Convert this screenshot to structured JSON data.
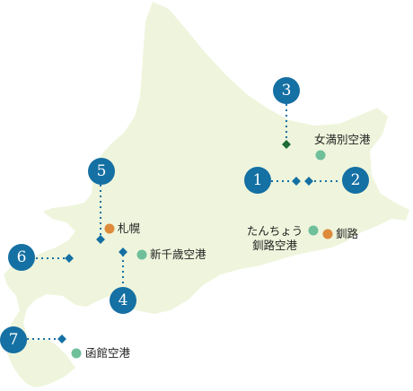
{
  "map": {
    "colors": {
      "land": "#eef5dc",
      "marker": "#1570a3",
      "airport_dot": "#6fbf9a",
      "city_dot": "#dd8a3a",
      "special_diamond": "#1e6b35"
    },
    "markers": [
      {
        "id": "1",
        "label": "1"
      },
      {
        "id": "2",
        "label": "2"
      },
      {
        "id": "3",
        "label": "3"
      },
      {
        "id": "4",
        "label": "4"
      },
      {
        "id": "5",
        "label": "5"
      },
      {
        "id": "6",
        "label": "6"
      },
      {
        "id": "7",
        "label": "7"
      }
    ],
    "places": {
      "memanbetsu_airport": "女満別空港",
      "kushiro_airport_line1": "たんちょう",
      "kushiro_airport_line2": "釧路空港",
      "kushiro_city": "釧路",
      "sapporo_city": "札幌",
      "new_chitose_airport": "新千歳空港",
      "hakodate_airport": "函館空港"
    }
  }
}
